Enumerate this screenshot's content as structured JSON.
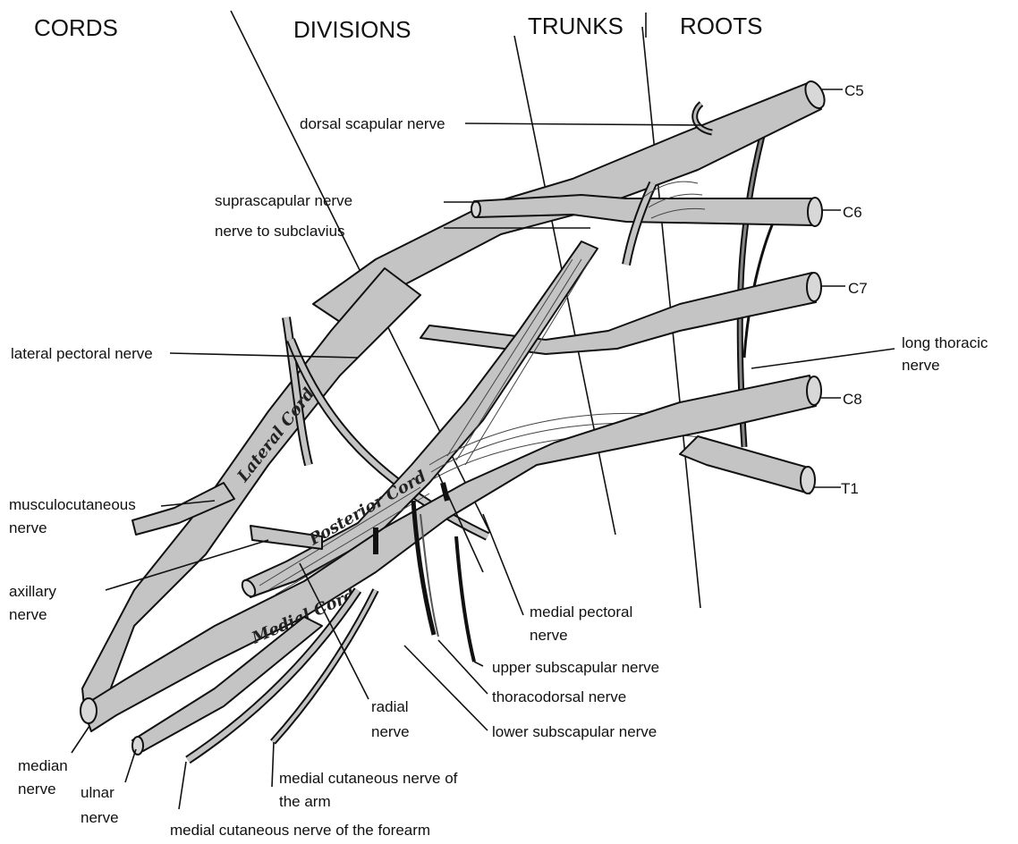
{
  "headers": {
    "cords": "CORDS",
    "divisions": "DIVISIONS",
    "trunks": "TRUNKS",
    "roots": "ROOTS"
  },
  "roots": {
    "c5": "C5",
    "c6": "C6",
    "c7": "C7",
    "c8": "C8",
    "t1": "T1"
  },
  "cords": {
    "lateral": "Lateral Cord",
    "posterior": "Posterior Cord",
    "medial": "Medial Cord"
  },
  "labels": {
    "dorsal_scapular": "dorsal scapular nerve",
    "suprascapular": "suprascapular nerve",
    "subclavius": "nerve to subclavius",
    "lateral_pectoral": "lateral pectoral nerve",
    "long_thoracic_1": "long thoracic",
    "long_thoracic_2": "nerve",
    "musculocutaneous_1": "musculocutaneous",
    "musculocutaneous_2": "nerve",
    "axillary_1": "axillary",
    "axillary_2": "nerve",
    "medial_pectoral_1": "medial pectoral",
    "medial_pectoral_2": "nerve",
    "upper_subscapular": "upper subscapular nerve",
    "thoracodorsal": "thoracodorsal nerve",
    "lower_subscapular": "lower subscapular nerve",
    "radial_1": "radial",
    "radial_2": "nerve",
    "median_1": "median",
    "median_2": "nerve",
    "ulnar_1": "ulnar",
    "ulnar_2": "nerve",
    "med_cut_arm_1": "medial cutaneous nerve of",
    "med_cut_arm_2": "the arm",
    "med_cut_forearm": "medial cutaneous nerve of the forearm"
  }
}
